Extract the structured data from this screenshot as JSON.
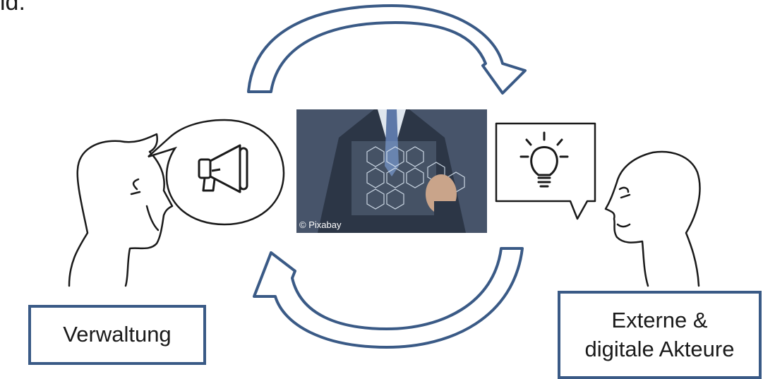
{
  "corner_text": "ld.",
  "photo": {
    "credit": "© Pixabay"
  },
  "left_actor": {
    "label": "Verwaltung",
    "bubble_icon": "megaphone-icon"
  },
  "right_actor": {
    "label": "Externe &\ndigitale Akteure",
    "bubble_icon": "lightbulb-icon"
  },
  "colors": {
    "arrow_stroke": "#3a5a86",
    "box_border": "#3a5a86",
    "line": "#1a1a1a"
  }
}
